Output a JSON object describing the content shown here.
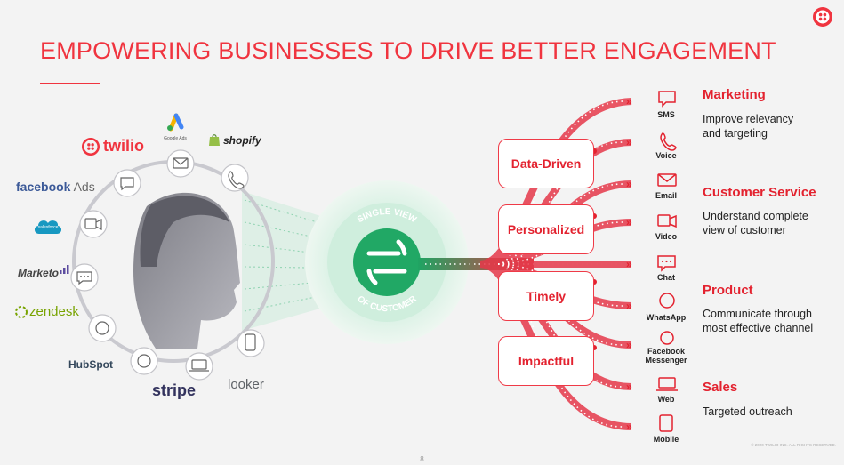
{
  "title": "EMPOWERING BUSINESSES TO DRIVE BETTER ENGAGEMENT",
  "page_number": "8",
  "copyright": "© 2020 TWILIO INC. ALL RIGHTS RESERVED.",
  "hub": {
    "top_text": "SINGLE VIEW",
    "bottom_text": "OF CUSTOMER"
  },
  "brands": {
    "twilio": "twilio",
    "google_ads": "Google Ads",
    "shopify": "shopify",
    "facebook_ads_1": "facebook",
    "facebook_ads_2": "Ads",
    "salesforce": "salesforce",
    "marketo": "Marketo",
    "zendesk": "zendesk",
    "hubspot": "HubSpot",
    "stripe": "stripe",
    "looker": "looker"
  },
  "pills": [
    "Data-Driven",
    "Personalized",
    "Timely",
    "Impactful"
  ],
  "channels": [
    {
      "label": "SMS",
      "icon": "sms-icon"
    },
    {
      "label": "Voice",
      "icon": "phone-icon"
    },
    {
      "label": "Email",
      "icon": "email-icon"
    },
    {
      "label": "Video",
      "icon": "video-icon"
    },
    {
      "label": "Chat",
      "icon": "chat-icon"
    },
    {
      "label": "WhatsApp",
      "icon": "whatsapp-icon"
    },
    {
      "label": "Facebook Messenger",
      "icon": "messenger-icon"
    },
    {
      "label": "Web",
      "icon": "laptop-icon"
    },
    {
      "label": "Mobile",
      "icon": "mobile-icon"
    }
  ],
  "sections": [
    {
      "heading": "Marketing",
      "body": "Improve relevancy and targeting"
    },
    {
      "heading": "Customer Service",
      "body": "Understand complete view of customer"
    },
    {
      "heading": "Product",
      "body": "Communicate through most effective channel"
    },
    {
      "heading": "Sales",
      "body": "Targeted outreach"
    }
  ],
  "colors": {
    "accent": "#f0343f",
    "hub_green": "#1fa463",
    "text": "#222222"
  }
}
